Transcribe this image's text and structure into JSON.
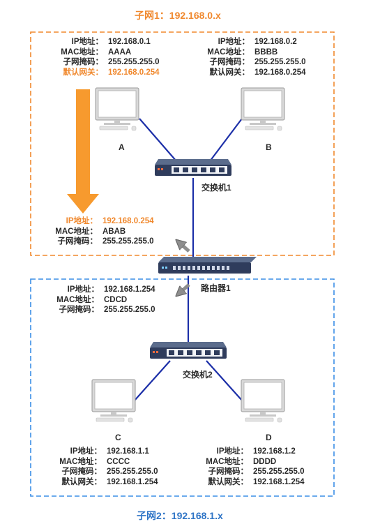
{
  "subnet1_title": "子网1：192.168.0.x",
  "subnet2_title": "子网2：192.168.1.x",
  "colors": {
    "subnet1": "#f0882d",
    "subnet2": "#2e74c6",
    "link": "#1c2fa8",
    "arrow": "#f79a2e"
  },
  "labels": {
    "ip": "IP地址：",
    "mac": "MAC地址：",
    "mask": "子网掩码：",
    "gateway": "默认网关："
  },
  "hosts": {
    "A": {
      "name": "A",
      "ip": "192.168.0.1",
      "mac": "AAAA",
      "mask": "255.255.255.0",
      "gateway": "192.168.0.254"
    },
    "B": {
      "name": "B",
      "ip": "192.168.0.2",
      "mac": "BBBB",
      "mask": "255.255.255.0",
      "gateway": "192.168.0.254"
    },
    "C": {
      "name": "C",
      "ip": "192.168.1.1",
      "mac": "CCCC",
      "mask": "255.255.255.0",
      "gateway": "192.168.1.254"
    },
    "D": {
      "name": "D",
      "ip": "192.168.1.2",
      "mac": "DDDD",
      "mask": "255.255.255.0",
      "gateway": "192.168.1.254"
    }
  },
  "router_port1": {
    "ip": "192.168.0.254",
    "mac": "ABAB",
    "mask": "255.255.255.0"
  },
  "router_port2": {
    "ip": "192.168.1.254",
    "mac": "CDCD",
    "mask": "255.255.255.0"
  },
  "switch1_label": "交换机1",
  "switch2_label": "交换机2",
  "router_label": "路由器1",
  "icons": [
    "computer-icon",
    "switch-icon",
    "router-icon",
    "arrow-icon"
  ]
}
